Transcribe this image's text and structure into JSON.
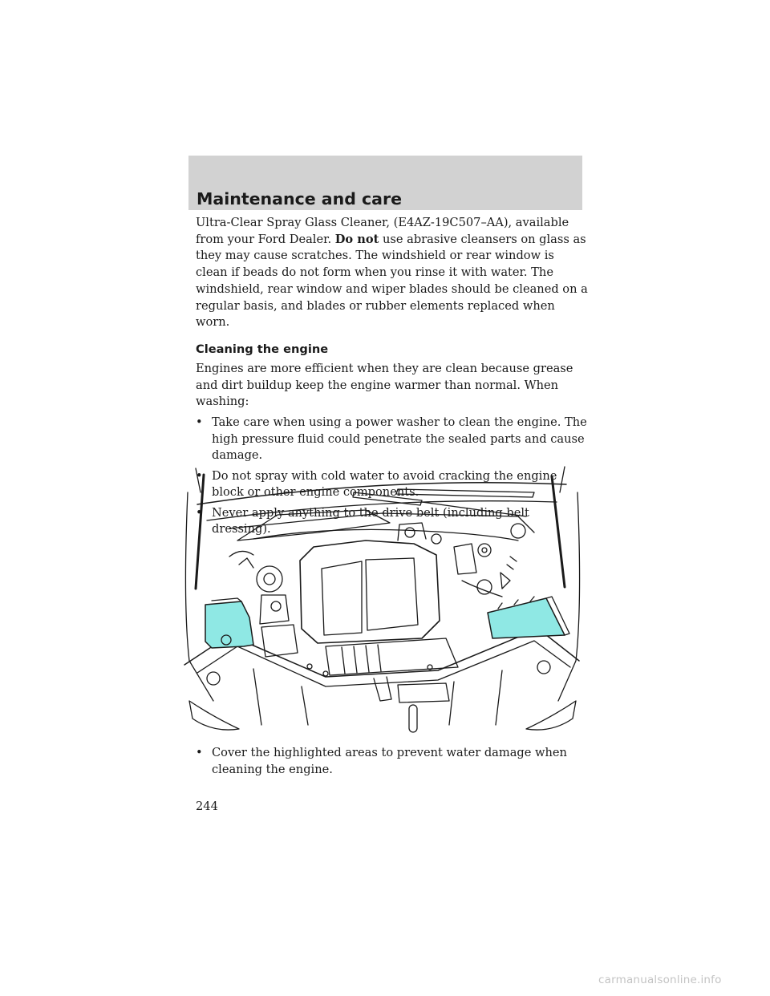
{
  "header": {
    "title": "Maintenance and care"
  },
  "intro": {
    "text_before": "Ultra-Clear Spray Glass Cleaner, (E4AZ-19C507–AA), available from your Ford Dealer. ",
    "bold": "Do not",
    "text_after": " use abrasive cleansers on glass as they may cause scratches. The windshield or rear window is clean if beads do not form when you rinse it with water. The windshield, rear window and wiper blades should be cleaned on a regular basis, and blades or rubber elements replaced when worn."
  },
  "section": {
    "heading": "Cleaning the engine",
    "paragraph": "Engines are more efficient when they are clean because grease and dirt buildup keep the engine warmer than normal. When washing:",
    "bullet_glyph": "•",
    "bullets": [
      "Take care when using a power washer to clean the engine. The high pressure fluid could penetrate the sealed parts and cause damage.",
      "Do not spray with cold water to avoid cracking the engine block or other engine components.",
      "Never apply anything to the drive belt (including belt dressing)."
    ],
    "after_figure_bullet": "Cover the highlighted areas to prevent water damage when cleaning the engine."
  },
  "figure": {
    "highlight_color": "#8fe8e4",
    "line_color": "#1a1a1a"
  },
  "page_number": "244",
  "watermark": "carmanualsonline.info"
}
